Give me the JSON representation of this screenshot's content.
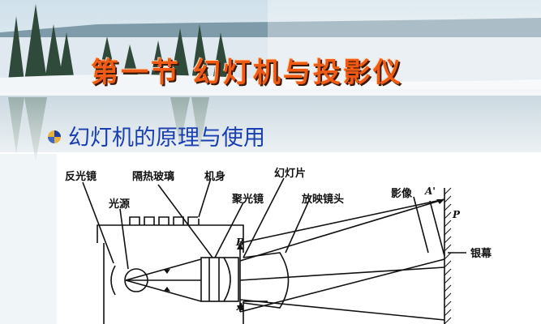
{
  "title": "第一节 幻灯机与投影仪",
  "subtitle": "幻灯机的原理与使用",
  "diagram": {
    "labels": {
      "reflector": "反光镜",
      "heat_glass": "隔热玻璃",
      "body": "机身",
      "slide": "幻灯片",
      "light_source": "光源",
      "condenser": "聚光镜",
      "projection_lens": "放映镜头",
      "image": "影像",
      "screen": "银幕",
      "point_b": "B",
      "point_a": "A",
      "point_a_prime": "A'",
      "point_p": "P"
    }
  }
}
